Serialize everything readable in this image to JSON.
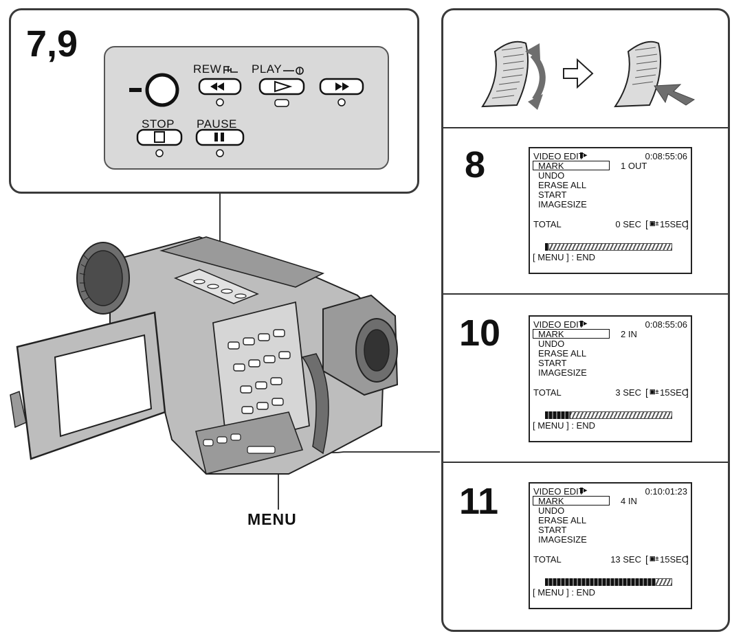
{
  "left_panel": {
    "step_label": "7,9",
    "buttons": {
      "rew_label": "REW",
      "play_label": "PLAY",
      "stop_label": "STOP",
      "pause_label": "PAUSE"
    }
  },
  "menu_callout": "MENU",
  "screens": [
    {
      "step": "8",
      "title": "VIDEO EDIT",
      "timecode": "0:08:55:06",
      "mark_label": "MARK",
      "mark_status": "1 OUT",
      "items": [
        "UNDO",
        "ERASE ALL",
        "START",
        "IMAGESIZE"
      ],
      "total_label": "TOTAL",
      "total_value": "0 SEC",
      "limit_value": "15SEC",
      "footer": "[ MENU ] : END",
      "progress_fraction": 0.03
    },
    {
      "step": "10",
      "title": "VIDEO EDIT",
      "timecode": "0:08:55:06",
      "mark_label": "MARK",
      "mark_status": "2 IN",
      "items": [
        "UNDO",
        "ERASE ALL",
        "START",
        "IMAGESIZE"
      ],
      "total_label": "TOTAL",
      "total_value": "3 SEC",
      "limit_value": "15SEC",
      "footer": "[ MENU ] : END",
      "progress_fraction": 0.2
    },
    {
      "step": "11",
      "title": "VIDEO EDIT",
      "timecode": "0:10:01:23",
      "mark_label": "MARK",
      "mark_status": "4 IN",
      "items": [
        "UNDO",
        "ERASE ALL",
        "START",
        "IMAGESIZE"
      ],
      "total_label": "TOTAL",
      "total_value": "13 SEC",
      "limit_value": "15SEC",
      "footer": "[ MENU ] : END",
      "progress_fraction": 0.87
    }
  ],
  "colors": {
    "line": "#2a2a2a",
    "panel_fill": "#d9d9d9",
    "body_gray": "#bdbdbd",
    "dark_gray": "#6e6e6e"
  }
}
